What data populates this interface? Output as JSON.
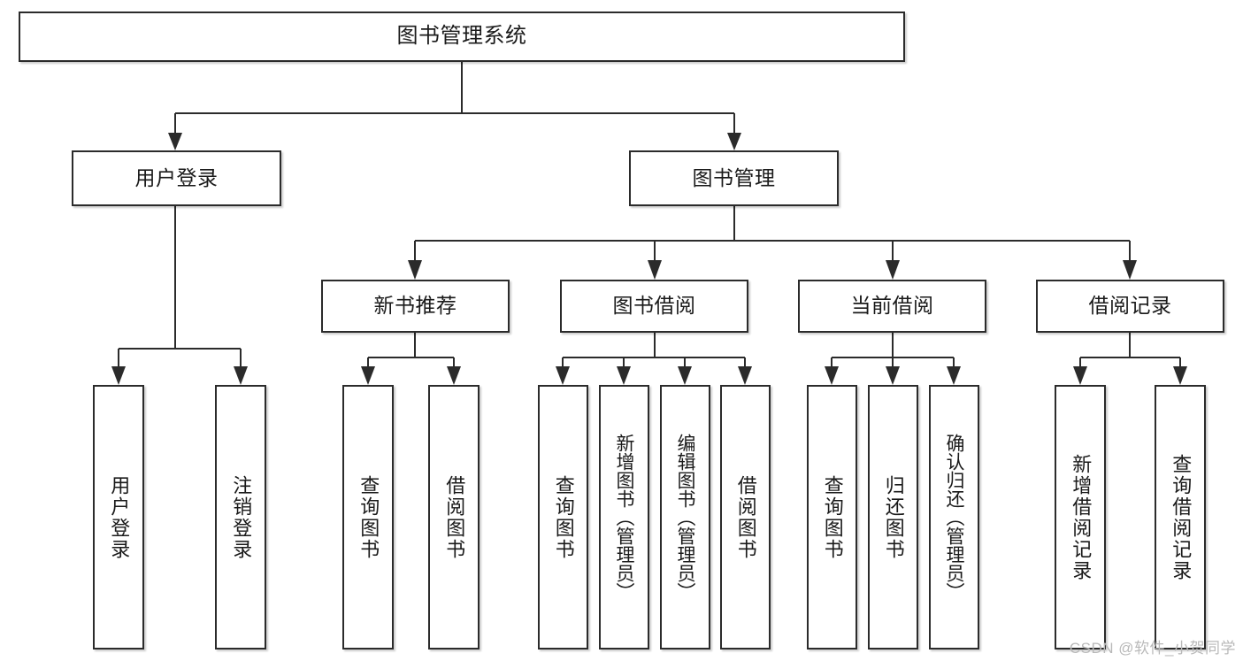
{
  "diagram": {
    "type": "tree-hierarchy",
    "title": "图书管理系统",
    "watermark": "CSDN @软件_小贺同学",
    "colors": {
      "box_border": "#2b2b2b",
      "box_fill": "#ffffff",
      "text": "#1a1a1a",
      "connector": "#2b2b2b",
      "watermark": "#b9b9b9",
      "background": "#ffffff"
    },
    "nodes": {
      "root": {
        "label": "图书管理系统"
      },
      "level2": [
        {
          "id": "user-login",
          "label": "用户登录"
        },
        {
          "id": "book-management",
          "label": "图书管理"
        }
      ],
      "level3": [
        {
          "id": "new-book-recommend",
          "label": "新书推荐"
        },
        {
          "id": "book-borrow",
          "label": "图书借阅"
        },
        {
          "id": "current-borrow",
          "label": "当前借阅"
        },
        {
          "id": "borrow-record",
          "label": "借阅记录"
        }
      ],
      "leaves": {
        "user_login": [
          {
            "id": "leaf-user-login",
            "label": "用户登录"
          },
          {
            "id": "leaf-logout-login",
            "label": "注销登录"
          }
        ],
        "new_book_recommend": [
          {
            "id": "leaf-query-book-1",
            "label": "查询图书"
          },
          {
            "id": "leaf-borrow-book-1",
            "label": "借阅图书"
          }
        ],
        "book_borrow": [
          {
            "id": "leaf-query-book-2",
            "label": "查询图书"
          },
          {
            "id": "leaf-add-book",
            "label": "新增图书（管理员）"
          },
          {
            "id": "leaf-edit-book",
            "label": "编辑图书（管理员）"
          },
          {
            "id": "leaf-borrow-book-2",
            "label": "借阅图书"
          }
        ],
        "current_borrow": [
          {
            "id": "leaf-query-book-3",
            "label": "查询图书"
          },
          {
            "id": "leaf-return-book",
            "label": "归还图书"
          },
          {
            "id": "leaf-confirm-return",
            "label": "确认归还（管理员）"
          }
        ],
        "borrow_record": [
          {
            "id": "leaf-add-record",
            "label": "新增借阅记录"
          },
          {
            "id": "leaf-query-record",
            "label": "查询借阅记录"
          }
        ]
      }
    }
  }
}
